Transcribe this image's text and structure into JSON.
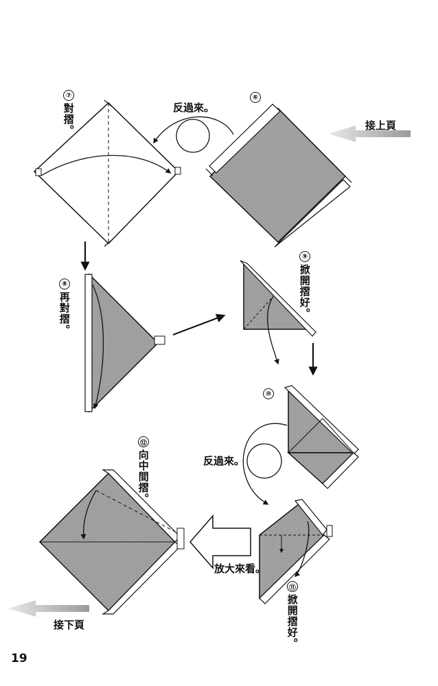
{
  "page_number": "19",
  "nav": {
    "continue_from": "接上頁",
    "continue_to": "接下頁"
  },
  "steps": [
    {
      "number": "⑥",
      "label": ""
    },
    {
      "number": "⑦",
      "label": "對摺。"
    },
    {
      "number": "⑧",
      "label": "再對摺。"
    },
    {
      "number": "⑨",
      "label": "掀開摺好。"
    },
    {
      "number": "⑩",
      "label": ""
    },
    {
      "number": "⑪",
      "label": "掀開摺好。"
    },
    {
      "number": "⑫",
      "label": "向中間摺。"
    }
  ],
  "notes": {
    "turn_over_1": "反過來。",
    "turn_over_2": "反過來。",
    "zoom": "放大來看。"
  },
  "colors": {
    "paper_fill": "#9a9a9a",
    "line": "#111111",
    "nav_arrow": "#cfcfcf"
  }
}
